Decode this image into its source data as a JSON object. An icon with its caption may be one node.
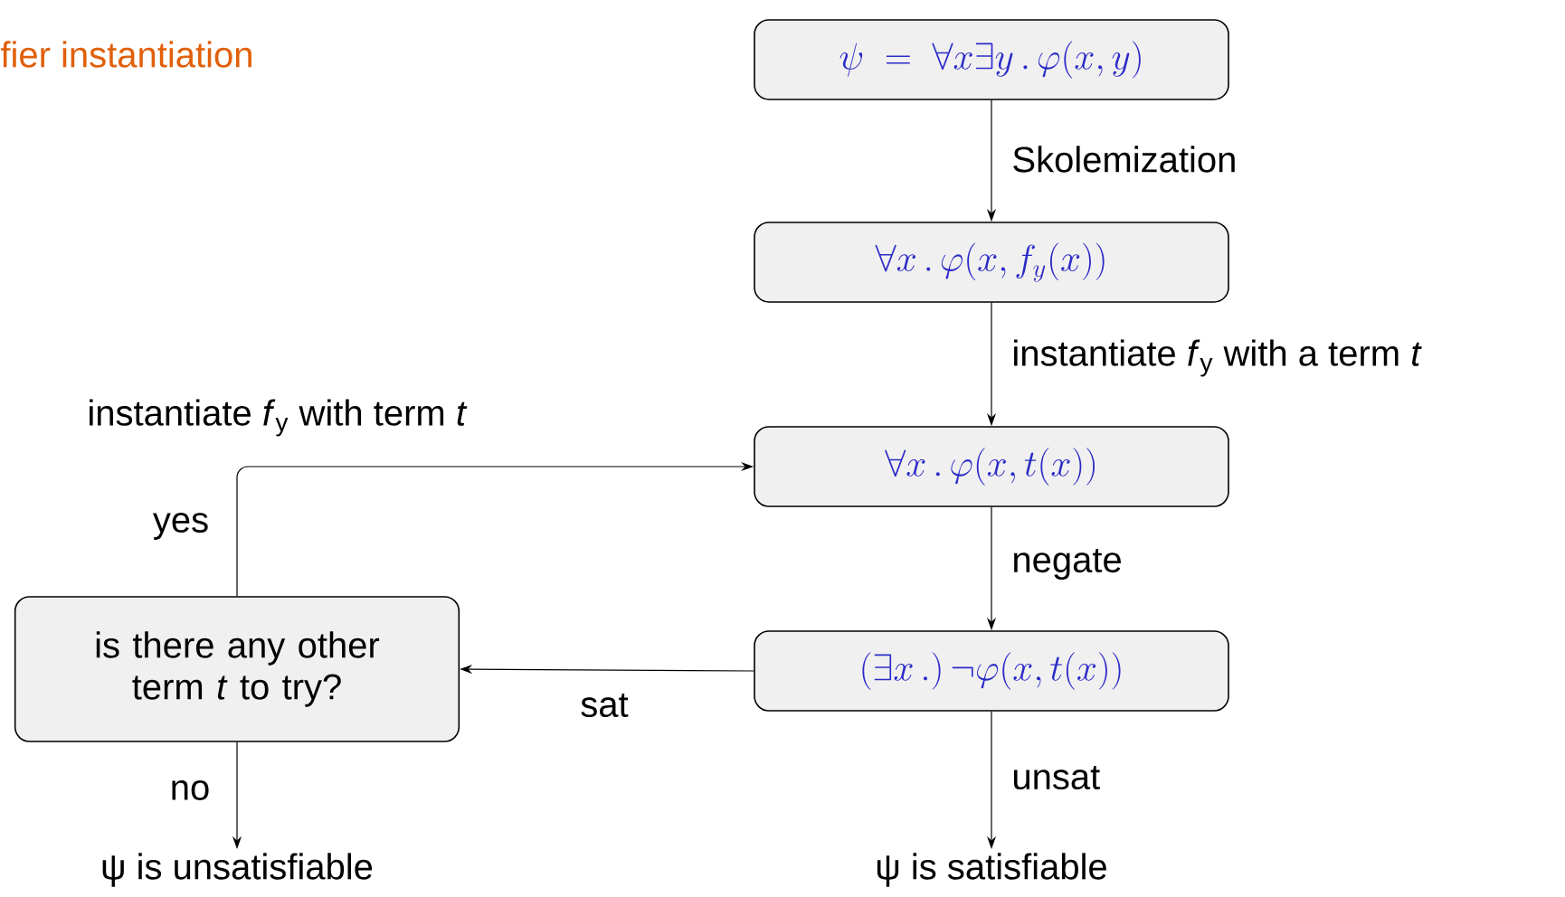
{
  "diagram": {
    "title": "fier instantiation",
    "nodes": [
      {
        "text": [
          "\\psi\\ =\\ \\forall x \\exists y\\,.\\,\\varphi(x, y)"
        ]
      },
      {
        "text": [
          "\\forall x\\,.\\,\\varphi(x, f_y(x))"
        ]
      },
      {
        "text": [
          "\\forall x\\,.\\,\\varphi(x, t(x))"
        ]
      },
      {
        "text": [
          "(\\exists x\\,.)\\,\\neg\\varphi(x, t(x))"
        ]
      },
      {
        "text": [
          "is there any other term *t* to try?"
        ]
      },
      {
        "text": [
          "ψ is unsatisfiable"
        ]
      },
      {
        "text": [
          "ψ is satisfiable"
        ]
      }
    ],
    "edges": [
      {
        "from": 0,
        "to": 1,
        "arrow": "to",
        "label": "Skolemization"
      },
      {
        "from": 1,
        "to": 2,
        "arrow": "to",
        "label": "instantiate *f*$_{y}$ with a term *t*"
      },
      {
        "from": 2,
        "to": 3,
        "arrow": "to",
        "label": "negate"
      },
      {
        "from": 3,
        "to": 4,
        "arrow": "to",
        "label": "sat"
      },
      {
        "from": 3,
        "to": 6,
        "arrow": "to",
        "label": "unsat"
      },
      {
        "from": 4,
        "to": 2,
        "arrow": "to",
        "label": "yes"
      },
      {
        "from": 4,
        "to": 5,
        "arrow": "to",
        "label": "no"
      }
    ],
    "labels": [
      "instantiate *f*$_{y}$ with term *t*"
    ]
  }
}
